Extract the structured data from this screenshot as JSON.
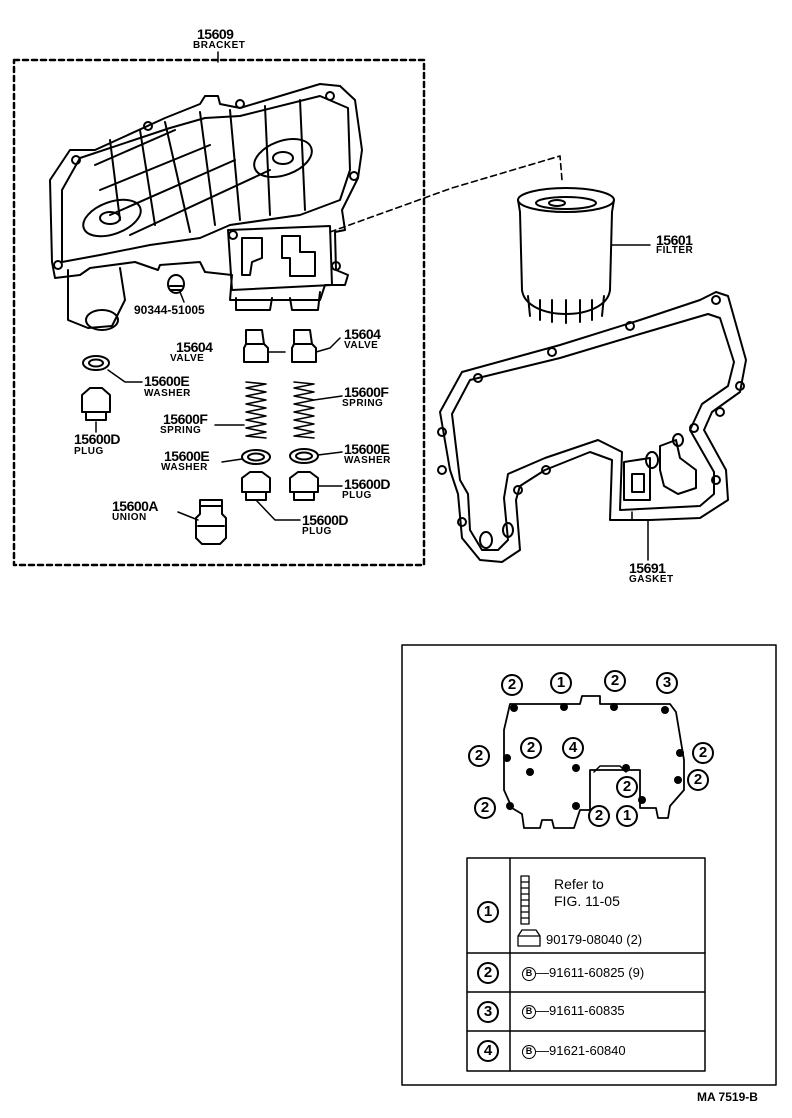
{
  "parts": {
    "bracket": {
      "number": "15609",
      "name": "BRACKET"
    },
    "bolt": {
      "number": "90344-51005"
    },
    "filter": {
      "number": "15601",
      "name": "FILTER"
    },
    "valve_right": {
      "number": "15604",
      "name": "VALVE"
    },
    "valve_left": {
      "number": "15604",
      "name": "VALVE"
    },
    "washer_e1": {
      "number": "15600E",
      "name": "WASHER"
    },
    "spring_f_right": {
      "number": "15600F",
      "name": "SPRING"
    },
    "plug_d1": {
      "number": "15600D",
      "name": "PLUG"
    },
    "spring_f_left": {
      "number": "15600F",
      "name": "SPRING"
    },
    "washer_e2": {
      "number": "15600E",
      "name": "WASHER"
    },
    "washer_e3": {
      "number": "15600E",
      "name": "WASHER"
    },
    "plug_d2": {
      "number": "15600D",
      "name": "PLUG"
    },
    "union": {
      "number": "15600A",
      "name": "UNION"
    },
    "plug_d3": {
      "number": "15600D",
      "name": "PLUG"
    },
    "gasket": {
      "number": "15691",
      "name": "GASKET"
    }
  },
  "bolt_markers": {
    "m1": "2",
    "m2": "1",
    "m3": "2",
    "m4": "3",
    "m5": "2",
    "m6": "2",
    "m7": "4",
    "m8": "2",
    "m9": "2",
    "m10": "2",
    "m11": "2",
    "m12": "2",
    "m13": "1"
  },
  "legend": {
    "row1": {
      "key": "1",
      "ref_line1": "Refer to",
      "ref_line2": "FIG. 11-05",
      "part": "90179-08040 (2)"
    },
    "row2": {
      "key": "2",
      "badge": "B",
      "part": "91611-60825 (9)"
    },
    "row3": {
      "key": "3",
      "badge": "B",
      "part": "91611-60835"
    },
    "row4": {
      "key": "4",
      "badge": "B",
      "part": "91621-60840"
    }
  },
  "figure_code": "MA  7519-B"
}
